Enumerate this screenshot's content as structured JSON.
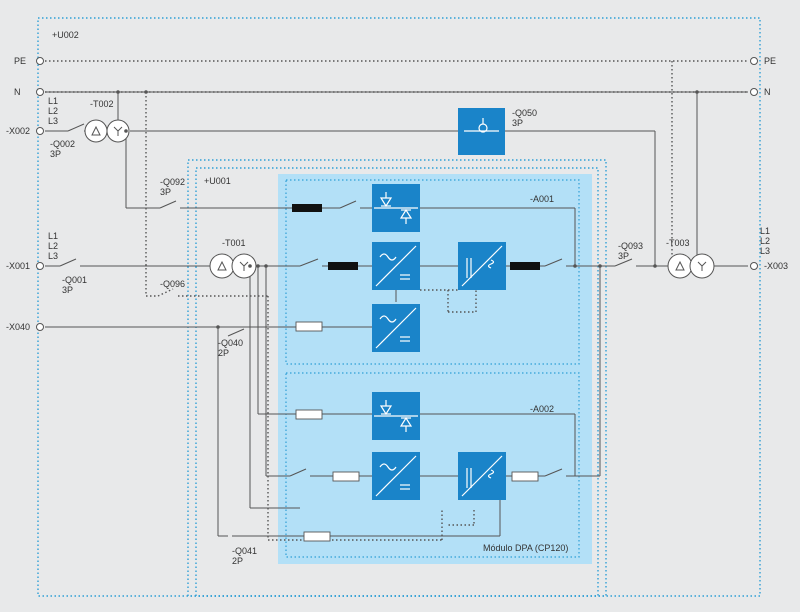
{
  "labels": {
    "u002": "+U002",
    "u001": "+U001",
    "pe": "PE",
    "n": "N",
    "l1": "L1",
    "l2": "L2",
    "l3": "L3",
    "x002": "-X002",
    "x001": "-X001",
    "x040": "-X040",
    "x003": "-X003",
    "t002": "-T002",
    "t001": "-T001",
    "t003": "-T003",
    "q002": "-Q002",
    "q001": "-Q001",
    "q092": "-Q092",
    "q096": "-Q096",
    "q040": "-Q040",
    "q041": "-Q041",
    "q050": "-Q050",
    "q093": "-Q093",
    "p3": "3P",
    "p2": "2P",
    "a001": "-A001",
    "a002": "-A002",
    "module": "Módulo DPA (CP120)"
  },
  "colors": {
    "background": "#e8e9ea",
    "module_fill": "#b3e0f7",
    "block_fill": "#1a84c9",
    "frame": "#2f9fd6",
    "wire": "#555555"
  },
  "icons": {
    "static_switch": "thyristor-pair-icon",
    "rectifier": "rectifier-icon",
    "inverter": "inverter-icon",
    "transformer": "delta-wye-transformer-icon"
  }
}
